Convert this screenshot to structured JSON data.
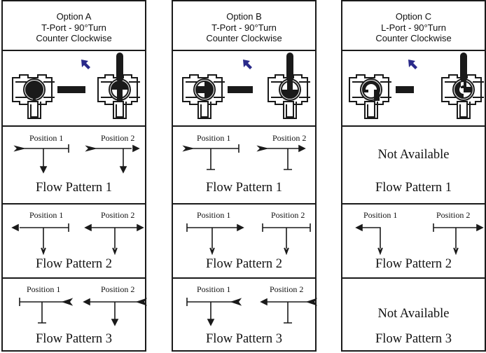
{
  "options": [
    {
      "title": "Option A",
      "port_line": "T-Port - 90°Turn",
      "direction": "Counter Clockwise",
      "pattern1": {
        "available": true,
        "label": "Flow Pattern 1",
        "pos1": "Position 1",
        "pos2": "Position 2"
      },
      "pattern2": {
        "available": true,
        "label": "Flow Pattern 2",
        "pos1": "Position 1",
        "pos2": "Position 2"
      },
      "pattern3": {
        "available": true,
        "label": "Flow Pattern 3",
        "pos1": "Position 1",
        "pos2": "Position 2"
      }
    },
    {
      "title": "Option B",
      "port_line": "T-Port - 90°Turn",
      "direction": "Counter Clockwise",
      "pattern1": {
        "available": true,
        "label": "Flow Pattern 1",
        "pos1": "Position 1",
        "pos2": "Position 2"
      },
      "pattern2": {
        "available": true,
        "label": "Flow Pattern 2",
        "pos1": "Position 1",
        "pos2": "Position 2"
      },
      "pattern3": {
        "available": true,
        "label": "Flow Pattern 3",
        "pos1": "Position 1",
        "pos2": "Position 2"
      }
    },
    {
      "title": "Option C",
      "port_line": "L-Port - 90°Turn",
      "direction": "Counter Clockwise",
      "pattern1": {
        "available": false,
        "na_text": "Not Available",
        "label": "Flow Pattern 1"
      },
      "pattern2": {
        "available": true,
        "label": "Flow Pattern 2",
        "pos1": "Position 1",
        "pos2": "Position 2"
      },
      "pattern3": {
        "available": false,
        "na_text": "Not Available",
        "label": "Flow Pattern 3"
      }
    }
  ],
  "colors": {
    "line": "#1a1a1a",
    "rotation_arrow": "#2a2a8a",
    "background": "#ffffff"
  }
}
